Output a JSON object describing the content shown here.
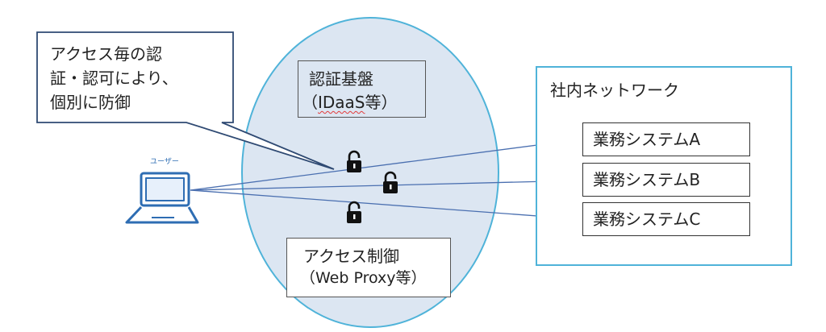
{
  "callout": {
    "lines": [
      "アクセス毎の認",
      "証・認可により、",
      "個別に防御"
    ]
  },
  "auth_platform": {
    "title": "認証基盤",
    "subtitle_prefix": "（",
    "subtitle_term": "IDaaS",
    "subtitle_suffix": "等）"
  },
  "access_control": {
    "title": "アクセス制御",
    "subtitle": "（Web Proxy等）"
  },
  "internal_network": {
    "title": "社内ネットワーク",
    "systems": [
      "業務システムA",
      "業務システムB",
      "業務システムC"
    ]
  },
  "user": {
    "label": "ユーザー"
  },
  "icons": {
    "user_device": "laptop-icon",
    "lock": "padlock-icon"
  },
  "colors": {
    "ellipse_fill": "#dce6f2",
    "ellipse_stroke": "#4fb3d9",
    "network_border": "#4fb3d9",
    "arrow": "#4a6fb0",
    "laptop": "#2e6db3",
    "callout_border": "#2f4a73"
  }
}
